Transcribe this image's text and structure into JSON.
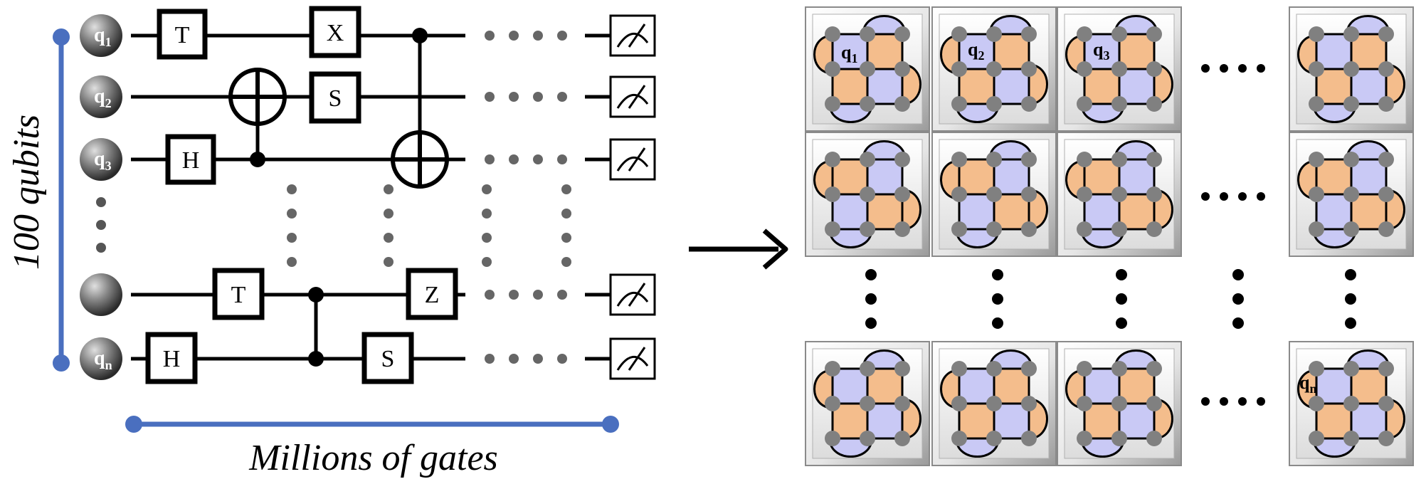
{
  "circuit": {
    "qubit_labels": [
      {
        "main": "q",
        "sub": "1"
      },
      {
        "main": "q",
        "sub": "2"
      },
      {
        "main": "q",
        "sub": "3"
      },
      {
        "main": "",
        "sub": ""
      },
      {
        "main": "q",
        "sub": "n"
      }
    ],
    "gates": {
      "t_top": "T",
      "x": "X",
      "s_mid": "S",
      "h_q3": "H",
      "t_low": "T",
      "z": "Z",
      "h_qn": "H",
      "s_qn": "S"
    },
    "qubits_axis_label": "100 qubits",
    "gates_axis_label": "Millions of gates",
    "accent_color": "#4a6fbf"
  },
  "tiles": {
    "labels": [
      {
        "main": "q",
        "sub": "1"
      },
      {
        "main": "q",
        "sub": "2"
      },
      {
        "main": "q",
        "sub": "3"
      },
      {
        "main": "q",
        "sub": "n"
      }
    ],
    "colors": {
      "orange": "#f4bd8c",
      "blue": "#c9c9f5",
      "node": "#808080"
    }
  }
}
